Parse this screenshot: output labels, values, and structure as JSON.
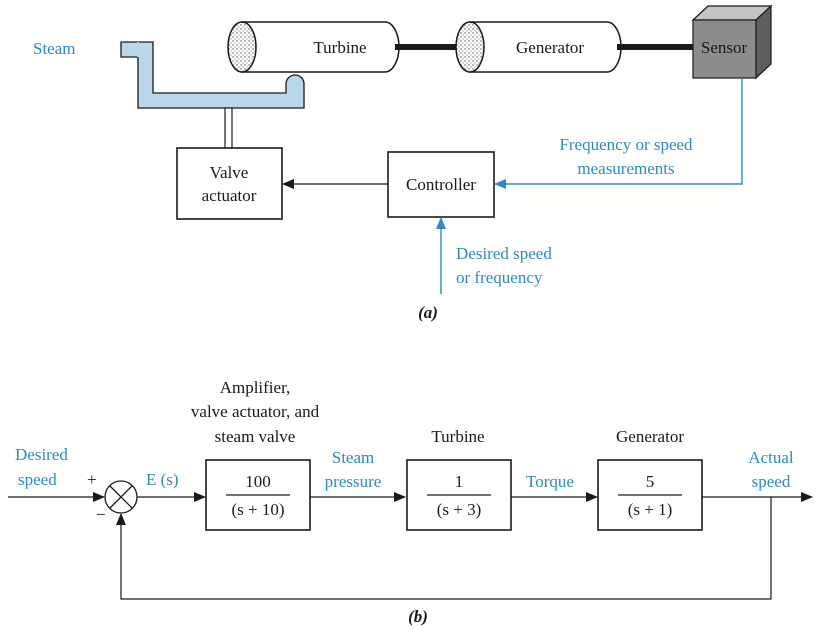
{
  "part_a": {
    "steam_label": "Steam",
    "turbine_label": "Turbine",
    "generator_label": "Generator",
    "sensor_label": "Sensor",
    "valve_actuator_line1": "Valve",
    "valve_actuator_line2": "actuator",
    "controller_label": "Controller",
    "feedback_line1": "Frequency or speed",
    "feedback_line2": "measurements",
    "desired_line1": "Desired speed",
    "desired_line2": "or frequency",
    "caption": "(a)"
  },
  "part_b": {
    "desired_line1": "Desired",
    "desired_line2": "speed",
    "plus_sign": "+",
    "minus_sign": "−",
    "error_label": "E (s)",
    "amplifier_line1": "Amplifier,",
    "amplifier_line2": "valve actuator, and",
    "amplifier_line3": "steam valve",
    "amplifier_num": "100",
    "amplifier_den": "(s + 10)",
    "steam_line1": "Steam",
    "steam_line2": "pressure",
    "turbine_label": "Turbine",
    "turbine_num": "1",
    "turbine_den": "(s + 3)",
    "torque_label": "Torque",
    "generator_label": "Generator",
    "generator_num": "5",
    "generator_den": "(s + 1)",
    "actual_line1": "Actual",
    "actual_line2": "speed",
    "caption": "(b)"
  },
  "colors": {
    "signal_blue": "#2b8ac7",
    "pipe_fill": "#b9d6ea",
    "sensor_front": "#8c8c8c",
    "sensor_top": "#c4c4c4",
    "sensor_side": "#5e5e5e"
  }
}
